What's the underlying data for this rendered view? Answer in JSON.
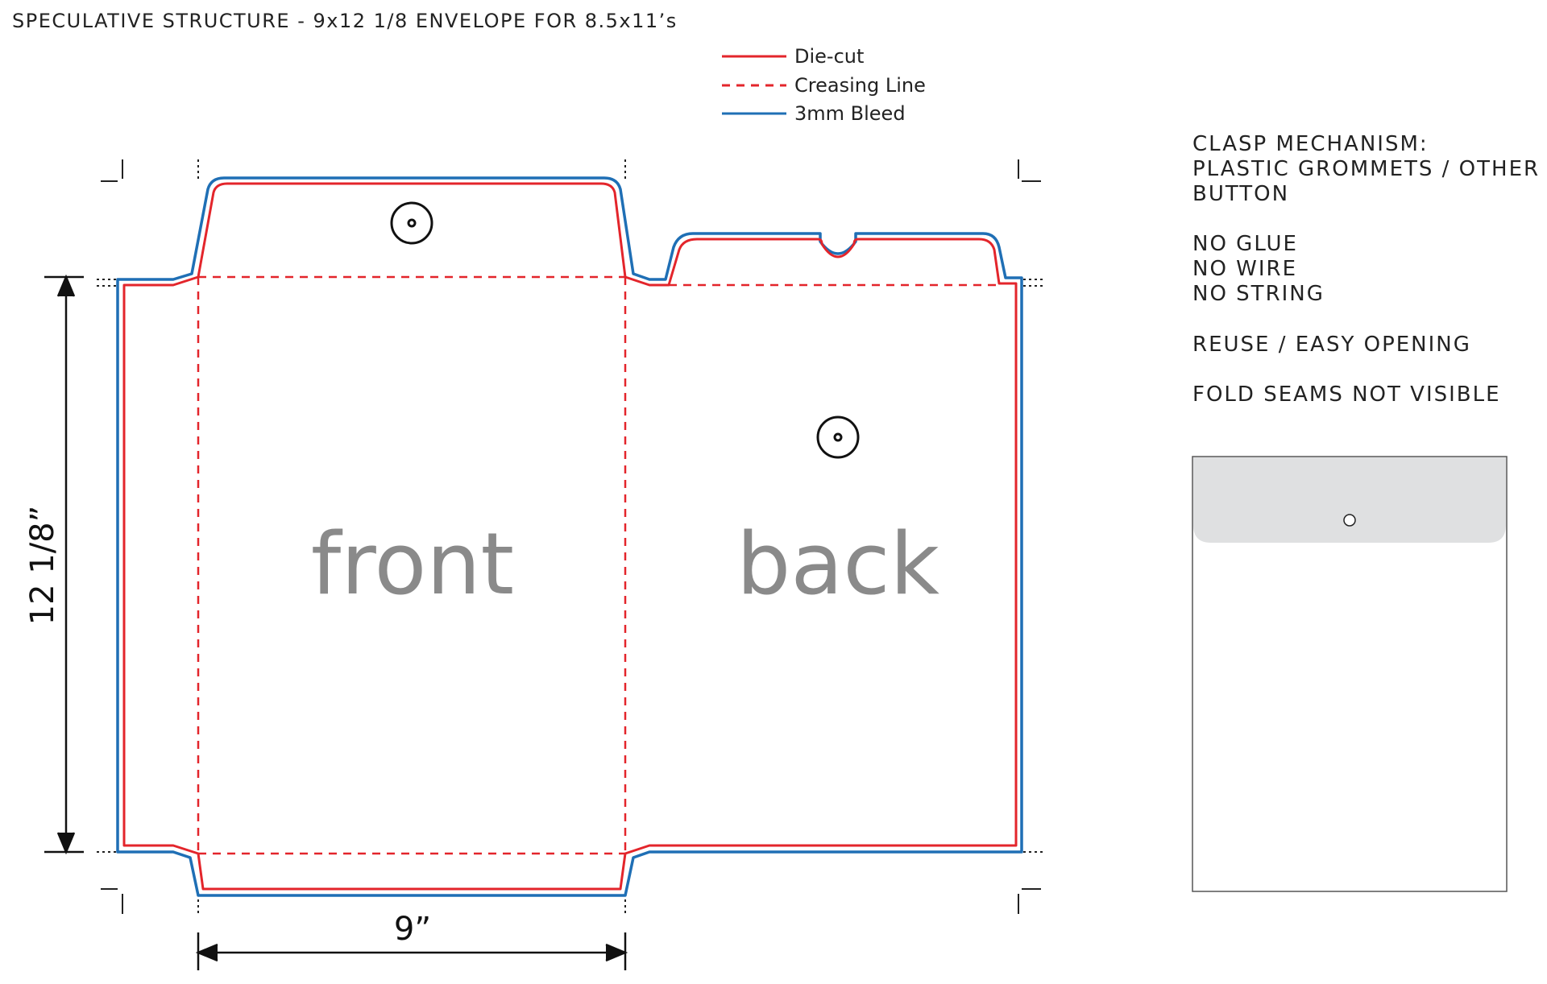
{
  "header": {
    "title": "SPECULATIVE STRUCTURE - 9x12 1/8 ENVELOPE FOR 8.5x11’s"
  },
  "legend": {
    "items": [
      {
        "label": "Die-cut",
        "style": "solid",
        "color": "#e3252b"
      },
      {
        "label": "Creasing Line",
        "style": "dashed",
        "color": "#e3252b"
      },
      {
        "label": "3mm Bleed",
        "style": "solid",
        "color": "#1f6fb5"
      }
    ]
  },
  "notes": {
    "groups": [
      [
        "CLASP MECHANISM:",
        "PLASTIC GROMMETS / OTHER",
        "BUTTON"
      ],
      [
        "NO GLUE",
        "NO WIRE",
        "NO STRING"
      ],
      [
        "REUSE / EASY OPENING"
      ],
      [
        "FOLD SEAMS NOT VISIBLE"
      ]
    ]
  },
  "panels": {
    "front_label": "front",
    "back_label": "back"
  },
  "dimensions": {
    "width_label": "9”",
    "height_label": "12 1/8”"
  },
  "colors": {
    "diecut": "#e3252b",
    "bleed": "#1f6fb5",
    "flap_preview": "#dfe0e1",
    "text": "#222222",
    "panel_label": "#8a8a8a"
  }
}
